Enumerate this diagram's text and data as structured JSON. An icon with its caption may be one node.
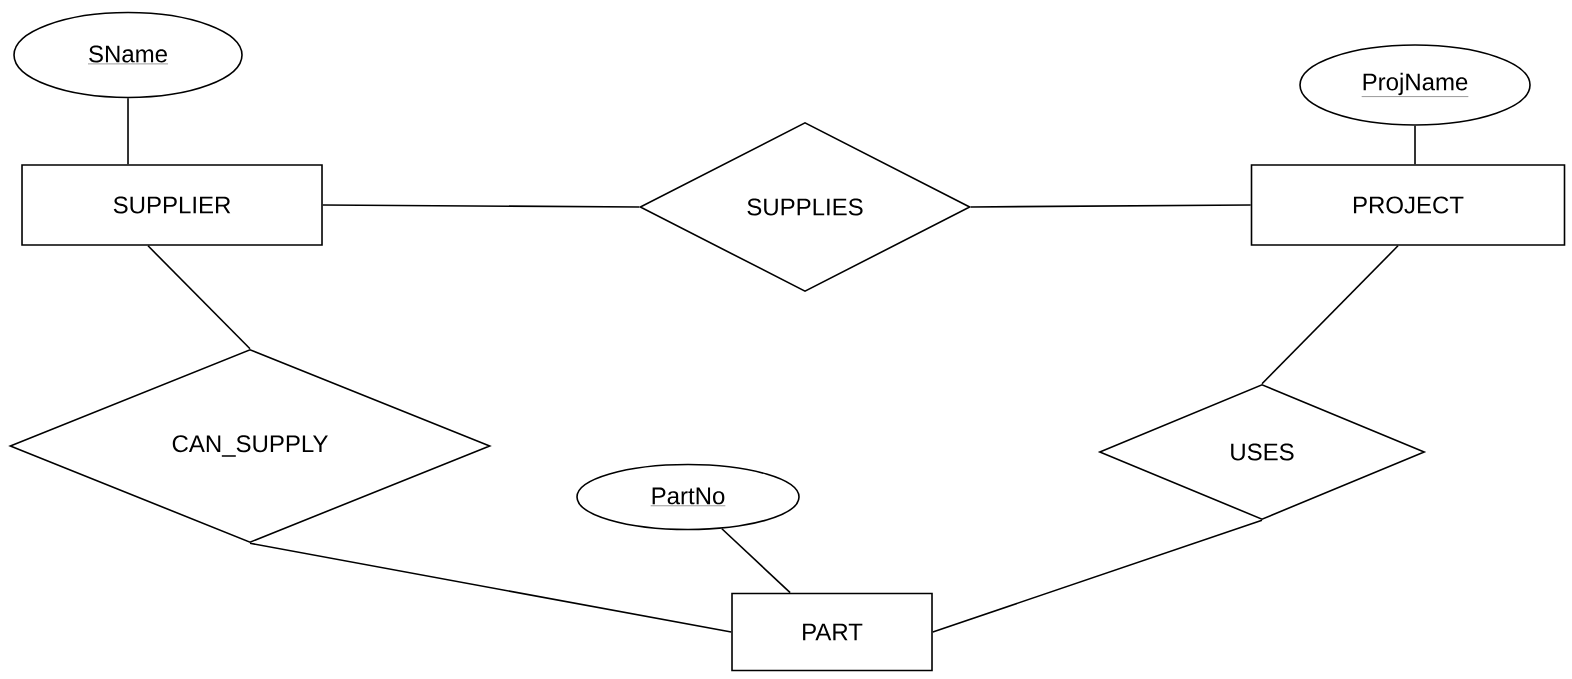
{
  "diagram": {
    "nodes": [
      {
        "text": [
          "SName"
        ]
      },
      {
        "text": [
          "ProjName"
        ]
      },
      {
        "text": [
          "SUPPLIER"
        ]
      },
      {
        "text": [
          "SUPPLIES"
        ]
      },
      {
        "text": [
          "PROJECT"
        ]
      },
      {
        "text": [
          "CAN_SUPPLY"
        ]
      },
      {
        "text": [
          "USES"
        ]
      },
      {
        "text": [
          "PartNo"
        ]
      },
      {
        "text": [
          "PART"
        ]
      }
    ],
    "edges": [
      {
        "from": 0,
        "to": 2,
        "arrow": "none"
      },
      {
        "from": 1,
        "to": 4,
        "arrow": "none"
      },
      {
        "from": 2,
        "to": 3,
        "arrow": "none"
      },
      {
        "from": 3,
        "to": 4,
        "arrow": "none"
      },
      {
        "from": 2,
        "to": 5,
        "arrow": "none"
      },
      {
        "from": 4,
        "to": 6,
        "arrow": "none"
      },
      {
        "from": 5,
        "to": 8,
        "arrow": "none"
      },
      {
        "from": 6,
        "to": 8,
        "arrow": "none"
      },
      {
        "from": 7,
        "to": 8,
        "arrow": "none"
      }
    ]
  }
}
